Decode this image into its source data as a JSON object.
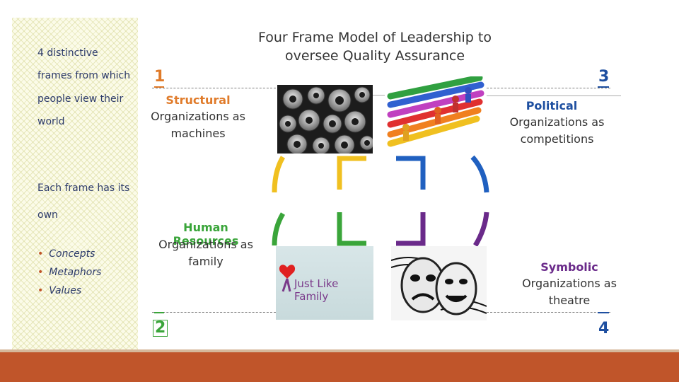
{
  "title": "Four Frame Model of Leadership to oversee Quality Assurance",
  "sidebar": {
    "intro": [
      "4 distinctive",
      "frames from which",
      "people view their",
      "world"
    ],
    "own_heading": [
      "Each frame has its",
      "own"
    ],
    "items": [
      "Concepts",
      "Metaphors",
      "Values"
    ]
  },
  "frames": [
    {
      "number": "1",
      "name": "Structural",
      "desc": "Organizations as machines",
      "color": "#e07b2a"
    },
    {
      "number": "2",
      "name": "Human Resources",
      "desc": "Organizations as family",
      "color": "#3aa53a"
    },
    {
      "number": "3",
      "name": "Political",
      "desc": "Organizations as competitions",
      "color": "#1e4fa0"
    },
    {
      "number": "4",
      "name": "Symbolic",
      "desc": "Organizations as theatre",
      "color": "#6a2a8a"
    }
  ],
  "images": {
    "gears": "gears-image",
    "race": "race-arrows-image",
    "family_logo_text": "Just Like Family",
    "masks": "theatre-masks-image"
  },
  "colors": {
    "structural": "#e07b2a",
    "human_resources": "#3aa53a",
    "political": "#1e4fa0",
    "symbolic": "#6a2a8a",
    "accent": "#c0552a"
  }
}
